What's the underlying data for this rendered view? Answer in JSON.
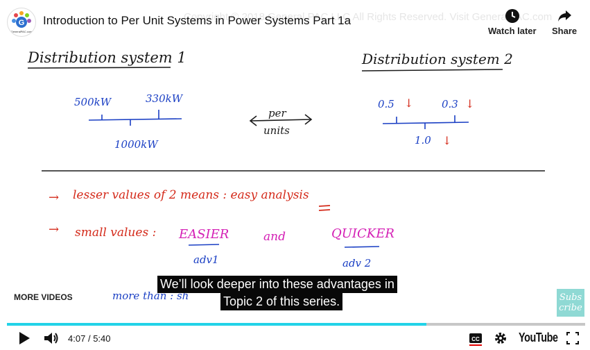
{
  "video": {
    "title": "Introduction to Per Unit Systems in Power Systems Part 1a",
    "copyright": "Copyright © 2018 General PAC LLC All Rights Reserved. Visit GeneralPAC.com",
    "logo_text": "GeneralPAC.com",
    "logo_letter": "G"
  },
  "top_actions": {
    "watch_later": "Watch later",
    "share": "Share"
  },
  "board": {
    "sys1_heading": "Distribution system 1",
    "sys1_left": "500kW",
    "sys1_right": "330kW",
    "sys1_base": "1000kW",
    "arrow_top": "per",
    "arrow_bottom": "units",
    "sys2_heading": "Distribution system 2",
    "sys2_left": "0.5",
    "sys2_right": "0.3",
    "sys2_base": "1.0",
    "down_arrow": "↓",
    "bullet_arrow": "→",
    "line1": "lesser values of 2 means : easy analysis",
    "line2_prefix": "small values :",
    "easier": "EASIER",
    "and": "and",
    "quicker": "QUICKER",
    "adv1": "adv1",
    "adv2": "adv 2",
    "partial": "more  than  :  sh"
  },
  "captions": {
    "line1": "We’ll look deeper into these advantages in",
    "line2": "Topic 2 of this series."
  },
  "more_videos": "MORE VIDEOS",
  "subscribe": {
    "line1": "Subs",
    "line2": "cribe"
  },
  "player": {
    "current_time": "4:07",
    "separator": "/",
    "duration": "5:40",
    "progress": 0.726,
    "brand": "YouTube"
  },
  "colors": {
    "ink_black": "#1a1a1a",
    "ink_blue": "#1a3fc4",
    "ink_red": "#d42a1a",
    "ink_magenta": "#d41fb5",
    "progress": "#22d3e8"
  }
}
